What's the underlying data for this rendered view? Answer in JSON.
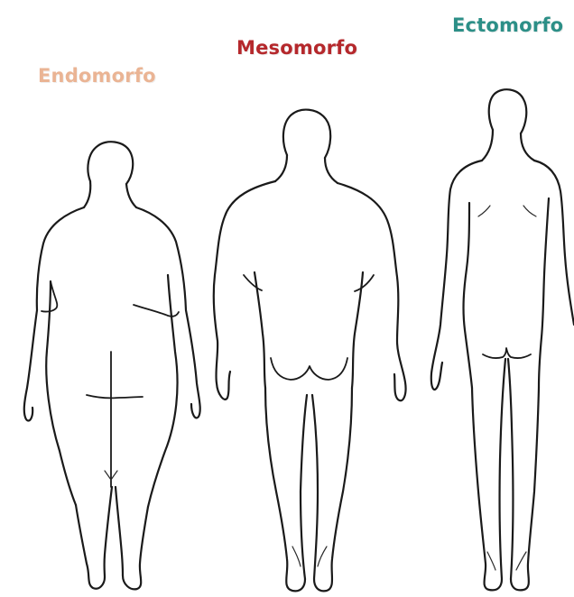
{
  "labels": {
    "endomorfo": "Endomorfo",
    "mesomorfo": "Mesomorfo",
    "ectomorfo": "Ectomorfo"
  },
  "colors": {
    "endomorfo": "#e9b08f",
    "mesomorfo": "#b5282c",
    "ectomorfo": "#2c8f87"
  }
}
